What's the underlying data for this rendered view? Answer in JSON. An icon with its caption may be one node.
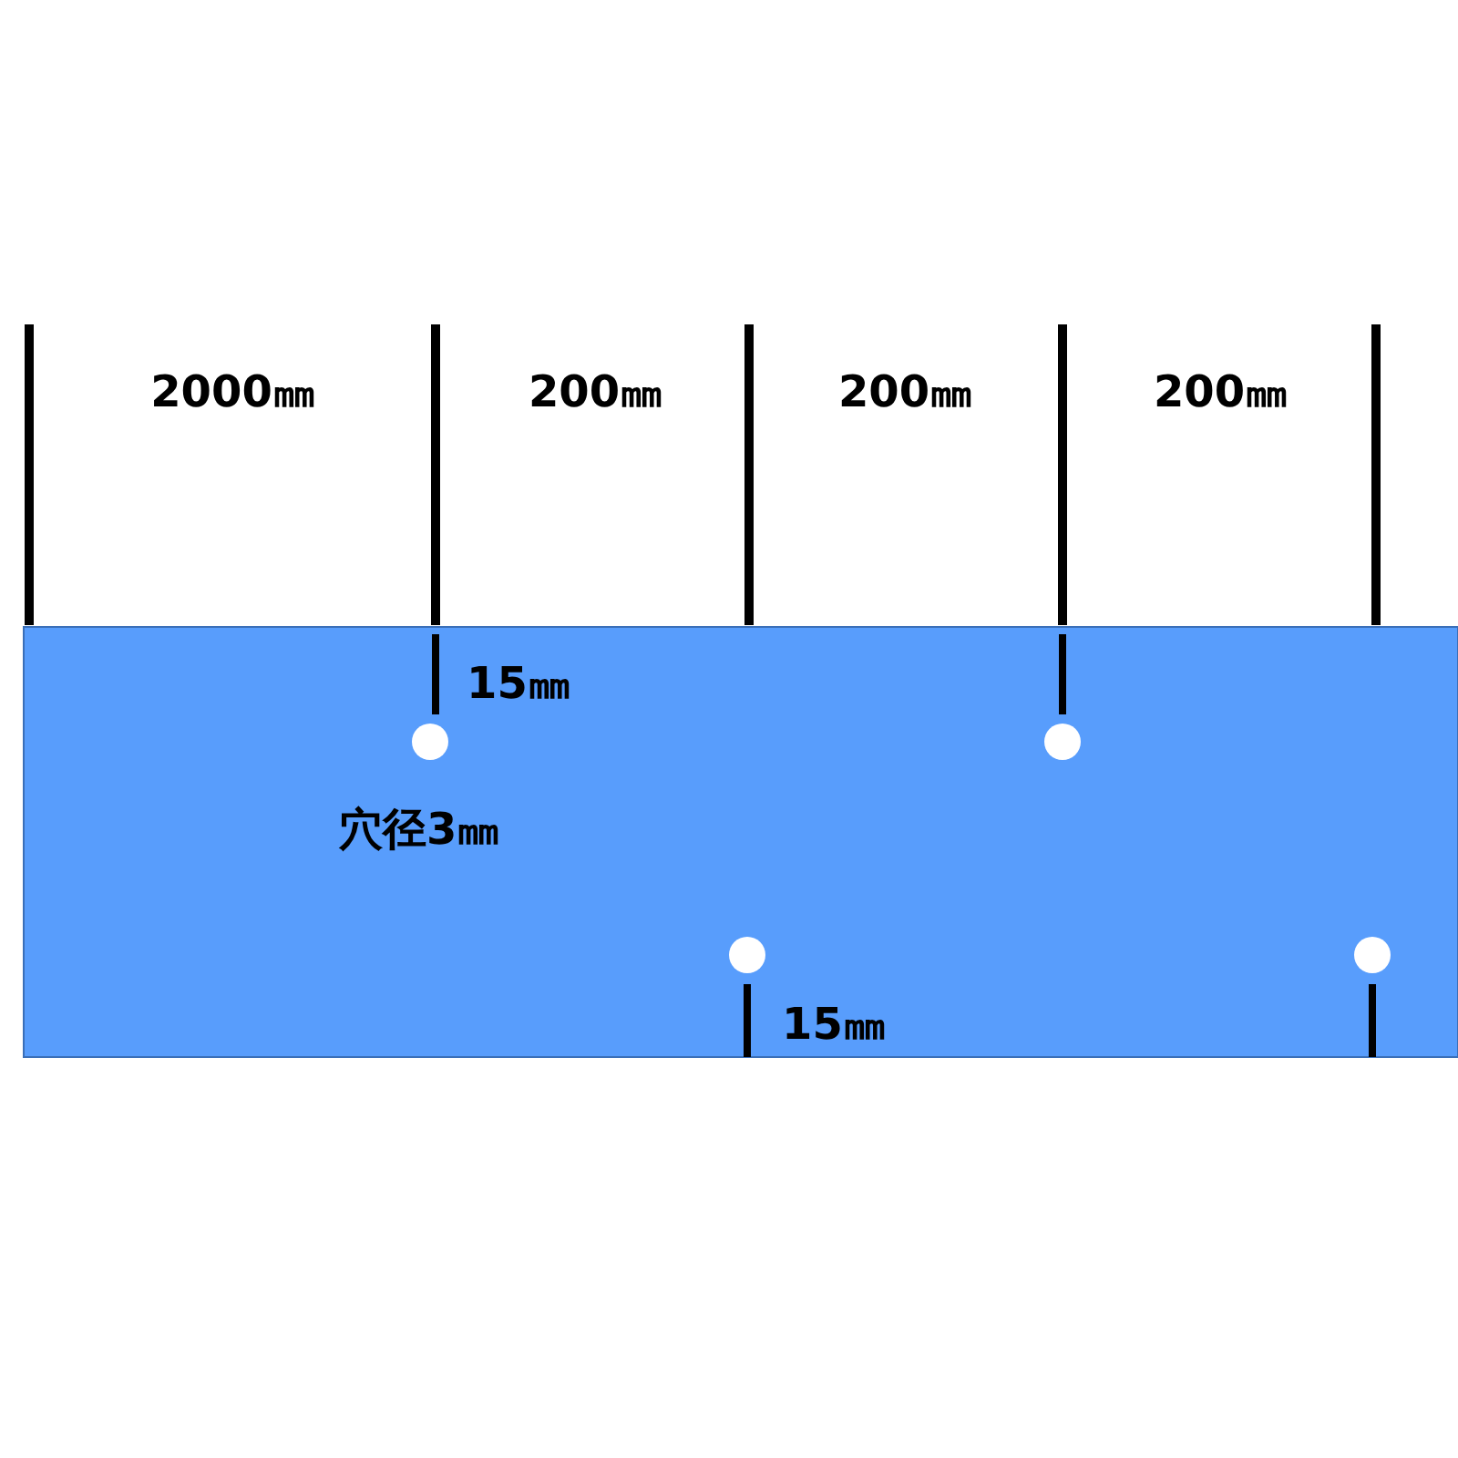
{
  "diagram": {
    "labels": [
      "2000㎜",
      "200㎜",
      "200㎜",
      "200㎜",
      "15㎜",
      "穴径3㎜",
      "15㎜"
    ]
  }
}
